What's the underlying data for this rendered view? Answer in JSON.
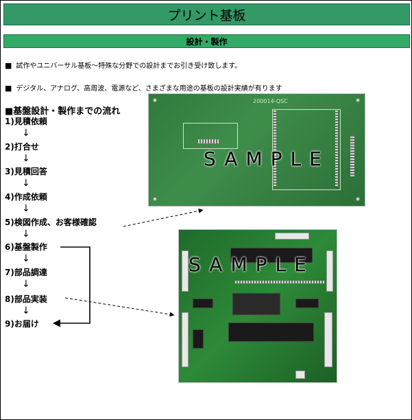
{
  "header": {
    "title": "プリント基板"
  },
  "section": {
    "title": "設計・製作"
  },
  "bullets": [
    "試作やユニバーサル基板～特殊な分野での設計までお引き受け致します。",
    "デジタル、アナログ、高周波、電源など、さまざまな用途の基板の設計実績が有ります"
  ],
  "bullet_marker": "■",
  "flow": {
    "title": "■基盤設計・製作までの流れ",
    "steps": [
      "1)見積依頼",
      "2)打合せ",
      "3)見積回答",
      "4)作成依頼",
      "5)検図作成、お客様確認",
      "6)基盤製作",
      "7)部品調達",
      "8)部品実装",
      "9)お届け"
    ],
    "arrow_glyph": "↓"
  },
  "images": {
    "board1": {
      "sample_label": "SAMPLE",
      "silk_label": "200014-QSC"
    },
    "board2": {
      "sample_label": "SAMPLE"
    }
  },
  "colors": {
    "title_bg": "#339966",
    "section_bg": "#33aa66"
  }
}
